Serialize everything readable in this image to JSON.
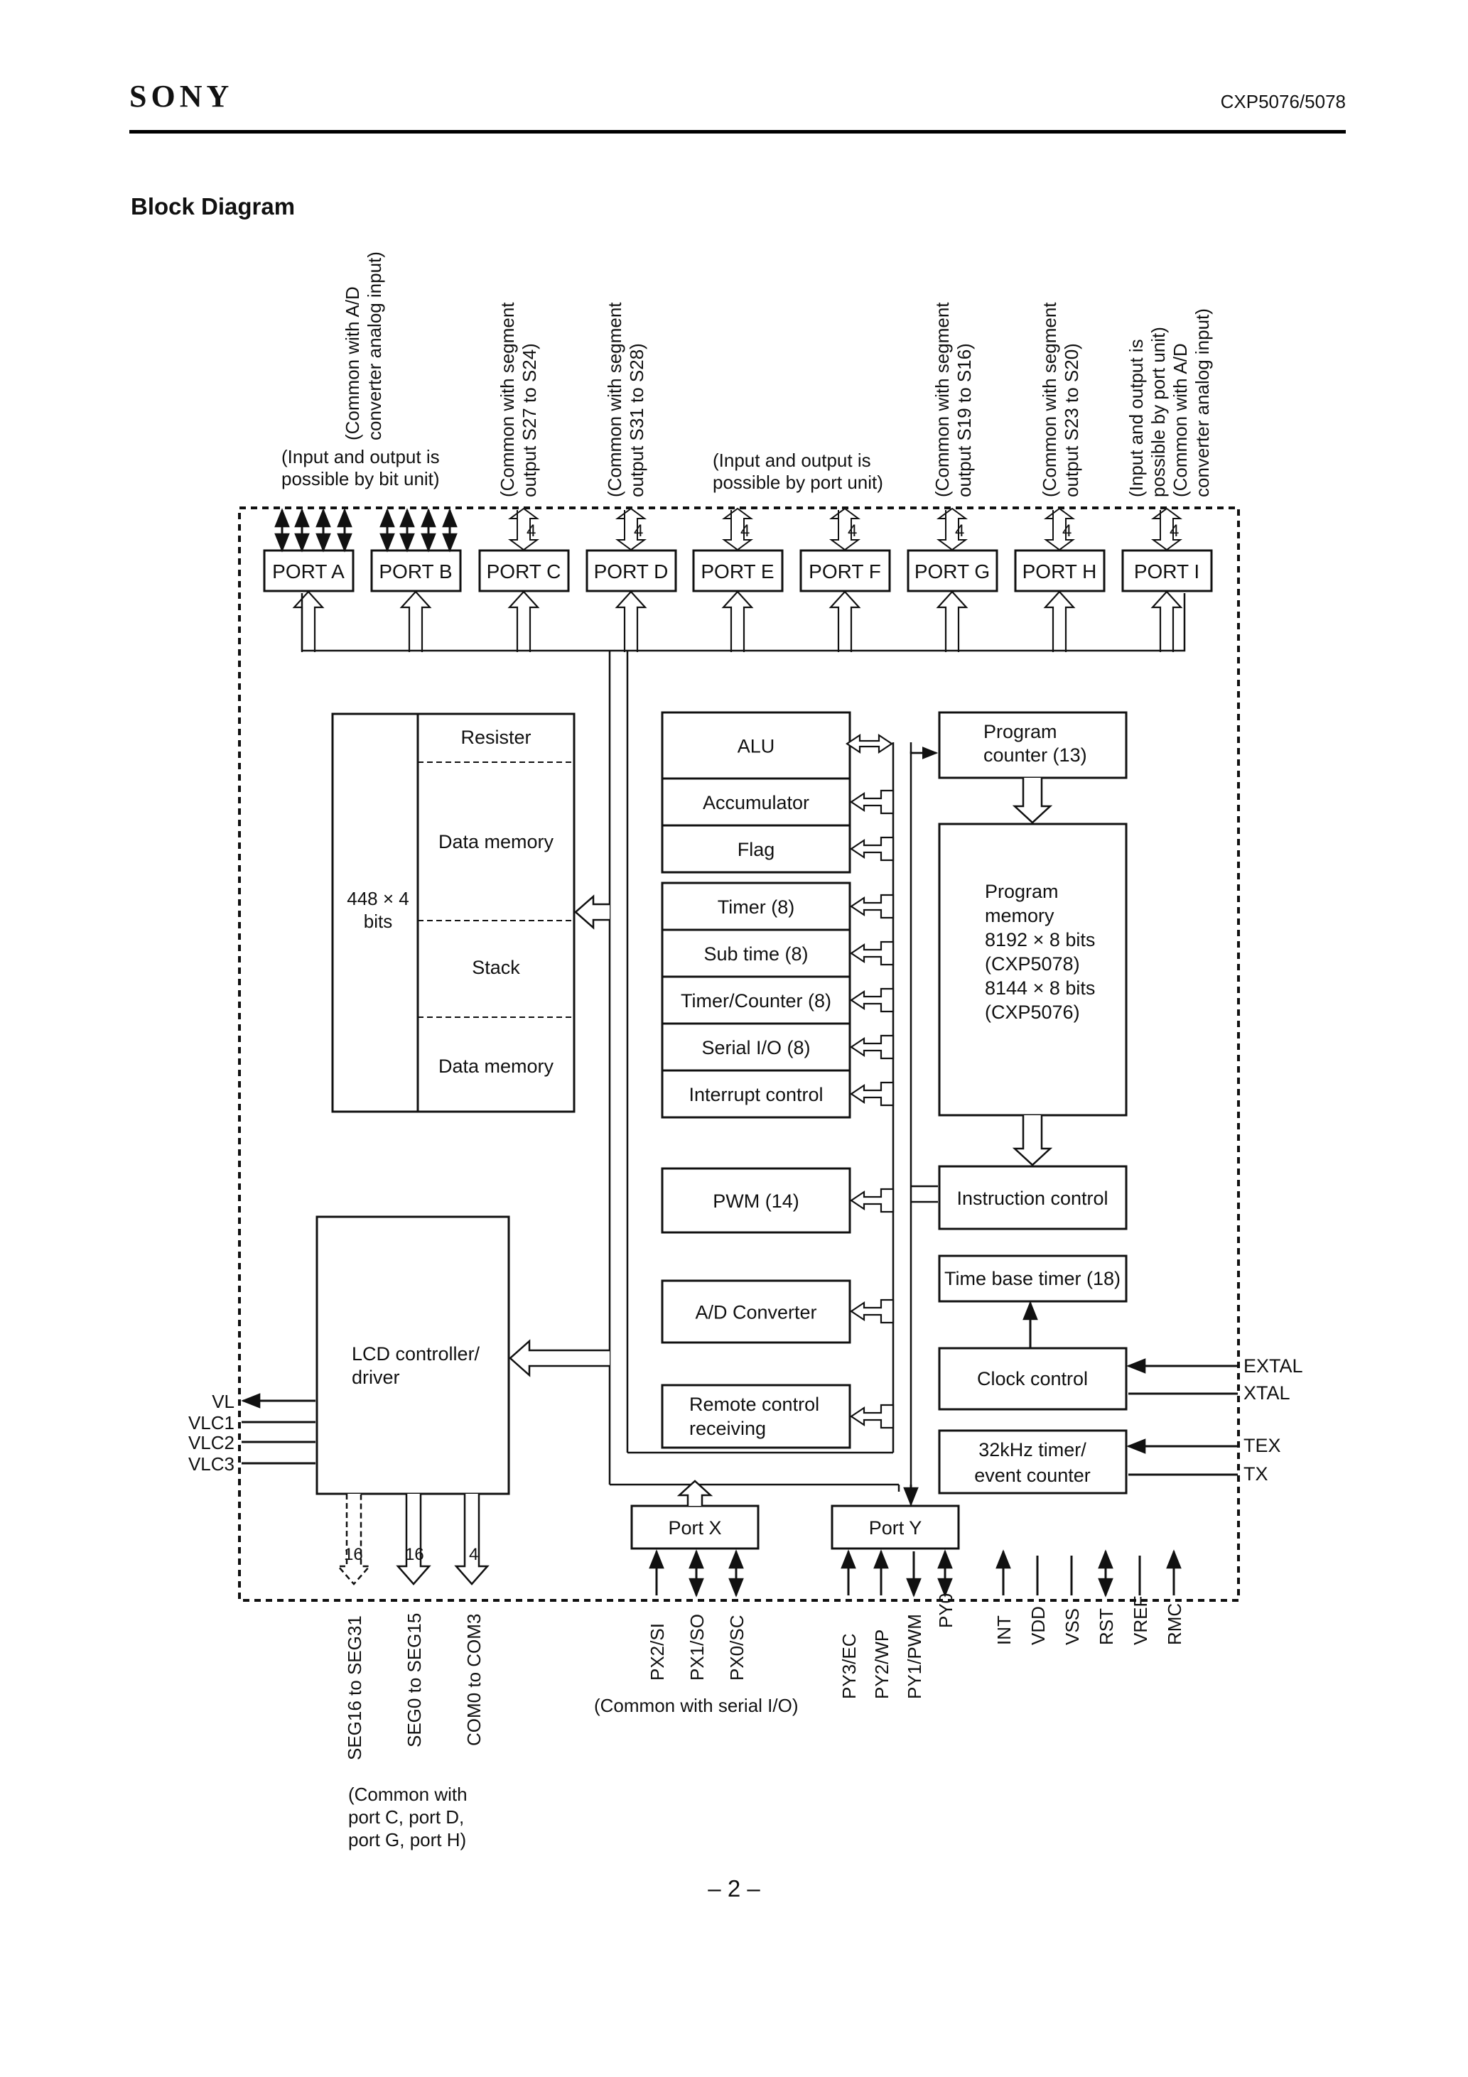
{
  "header": {
    "logo": "SONY",
    "model": "CXP5076/5078"
  },
  "title": "Block Diagram",
  "page_number": "– 2 –",
  "ports": [
    {
      "label": "PORT A",
      "width": "",
      "note": ""
    },
    {
      "label": "PORT B",
      "width": "",
      "note": ""
    },
    {
      "label": "PORT C",
      "width": "4",
      "note": ""
    },
    {
      "label": "PORT D",
      "width": "4",
      "note": ""
    },
    {
      "label": "PORT E",
      "width": "4",
      "note": ""
    },
    {
      "label": "PORT F",
      "width": "4",
      "note": ""
    },
    {
      "label": "PORT G",
      "width": "4",
      "note": ""
    },
    {
      "label": "PORT H",
      "width": "4",
      "note": ""
    },
    {
      "label": "PORT I",
      "width": "4",
      "note": ""
    }
  ],
  "notes": {
    "ab_top": [
      "(Common with A/D",
      "converter analog input)"
    ],
    "ab_bottom": [
      "(Input and output is",
      "possible by bit unit)"
    ],
    "port_c": [
      "(Common with segment",
      "output S27 to S24)"
    ],
    "port_d": [
      "(Common with segment",
      "output S31 to S28)"
    ],
    "ef": [
      "(Input and output is",
      "possible by port unit)"
    ],
    "port_g": [
      "(Common with segment",
      "output S19 to S16)"
    ],
    "port_h": [
      "(Common with segment",
      "output S23 to S20)"
    ],
    "port_i": [
      "(Input and output is",
      "possible by port unit)",
      "(Common with A/D",
      "converter analog input)"
    ]
  },
  "memory": {
    "size": [
      "448 × 4",
      "bits"
    ],
    "sections": [
      "Resister",
      "Data memory",
      "Stack",
      "Data memory"
    ]
  },
  "cpu_blocks": [
    "ALU",
    "Accumulator",
    "Flag",
    "Timer (8)",
    "Sub time (8)",
    "Timer/Counter (8)",
    "Serial I/O (8)",
    "Interrupt control",
    "PWM (14)",
    "A/D Converter",
    "Remote control",
    "receiving"
  ],
  "right_blocks": {
    "program_counter": [
      "Program",
      "counter (13)"
    ],
    "program_memory": [
      "Program",
      "memory",
      "8192 × 8 bits",
      "(CXP5078)",
      "8144 × 8 bits",
      "(CXP5076)"
    ],
    "instruction_control": "Instruction control",
    "time_base_timer": "Time base timer (18)",
    "clock_control": "Clock control",
    "timer32": [
      "32kHz timer/",
      "event counter"
    ]
  },
  "lcd": {
    "label": [
      "LCD controller/",
      "driver"
    ],
    "supply_pins": [
      "VL",
      "VLC1",
      "VLC2",
      "VLC3"
    ]
  },
  "lcd_outputs": {
    "widths": [
      "16",
      "16",
      "4"
    ],
    "labels": [
      "SEG16 to SEG31",
      "SEG0 to SEG15",
      "COM0 to COM3"
    ],
    "note": [
      "(Common with",
      "port C, port D,",
      "port G, port H)"
    ]
  },
  "port_x": {
    "label": "Port X",
    "pins": [
      "PX2/SI",
      "PX1/SO",
      "PX0/SC"
    ],
    "note": "(Common with serial I/O)"
  },
  "port_y": {
    "label": "Port Y",
    "pins": [
      "PY3/EC",
      "PY2/WP",
      "PY1/PWM",
      "PY0"
    ]
  },
  "misc_pins": [
    "INT",
    "VDD",
    "VSS",
    "RST",
    "VREF",
    "RMC"
  ],
  "clock_pins": [
    "EXTAL",
    "XTAL",
    "TEX",
    "TX"
  ]
}
